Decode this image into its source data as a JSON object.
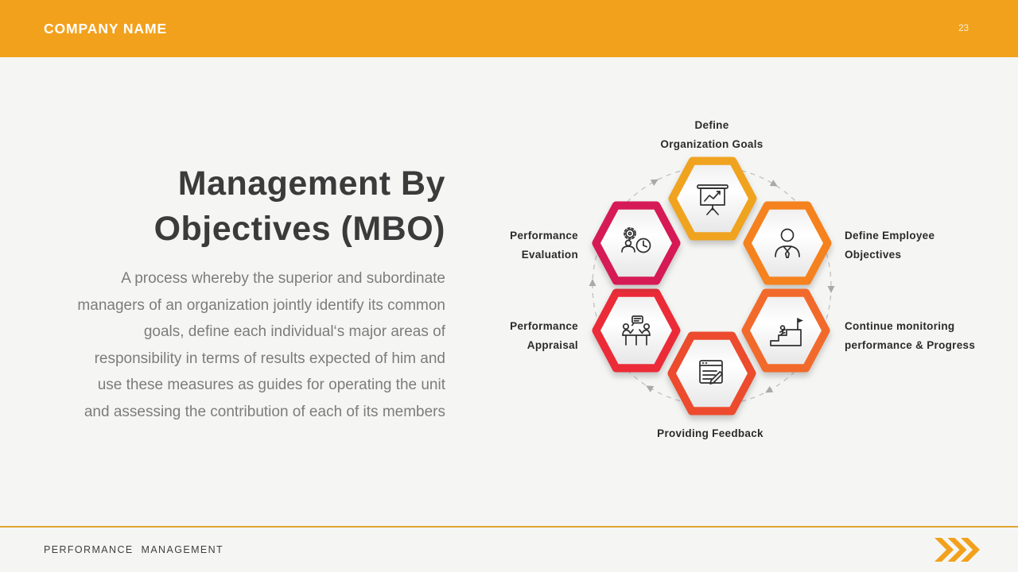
{
  "slide": {
    "background": "#F5F6F4",
    "accent": "#F2A11D"
  },
  "header": {
    "company_name": "COMPANY NAME",
    "page_number": "23"
  },
  "title": {
    "line1": "Management By",
    "line2": "Objectives (MBO)"
  },
  "paragraph": {
    "lines": [
      "A process whereby the superior and subordinate",
      "managers of an organization jointly identify its common",
      "goals, define each individual‘s major areas of",
      "responsibility in terms of results expected of him and",
      "use these measures as guides for operating the unit",
      "and assessing the contribution of each of its members"
    ]
  },
  "diagram": {
    "connector_color": "#C4C4C4",
    "steps": [
      {
        "name": "define-organization-goals",
        "label_line1": "Define",
        "label_line2": "Organization Goals",
        "color": "#F0A31F",
        "icon": "presentation-chart-icon"
      },
      {
        "name": "define-employee-objectives",
        "label_line1": "Define Employee",
        "label_line2": "Objectives",
        "color": "#F5821E",
        "icon": "businessman-icon"
      },
      {
        "name": "continue-monitoring-performance",
        "label_line1": "Continue monitoring",
        "label_line2": "performance & Progress",
        "color": "#F26A2B",
        "icon": "stairs-flag-icon"
      },
      {
        "name": "providing-feedback",
        "label_line1": "Providing Feedback",
        "label_line2": "",
        "color": "#EC4B2D",
        "icon": "note-pencil-icon"
      },
      {
        "name": "performance-appraisal",
        "label_line1": "Performance",
        "label_line2": "Appraisal",
        "color": "#EC2B38",
        "icon": "meeting-icon"
      },
      {
        "name": "performance-evaluation",
        "label_line1": "Performance",
        "label_line2": "Evaluation",
        "color": "#D61A55",
        "icon": "person-gear-clock-icon"
      }
    ]
  },
  "footer": {
    "section_label": "PERFORMANCE MANAGEMENT",
    "chevrons_icon": "triple-chevron-right-icon"
  }
}
